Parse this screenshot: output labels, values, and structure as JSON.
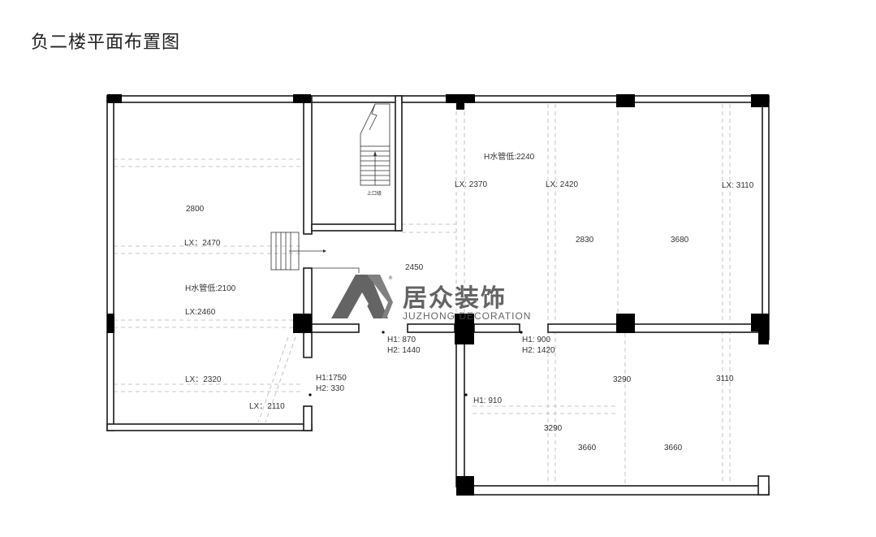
{
  "title": "负二楼平面布置图",
  "stair_label": "上口级",
  "logo": {
    "name_cn": "居众装饰",
    "name_en": "JUZHONG DECORATION",
    "reg_mark": "®"
  },
  "labels": {
    "l_2800": "2800",
    "l_lx2470": "LX：2470",
    "l_hpipe2100": "H水管低:2100",
    "l_lx2460": "LX:2460",
    "l_lx2320": "LX：2320",
    "l_lx2110": "LX：2110",
    "l_h1_1750": "H1:1750",
    "l_h2_330": "H2: 330",
    "l_2450": "2450",
    "l_h1_870": "H1: 870",
    "l_h2_1440": "H2: 1440",
    "l_h1_900": "H1: 900",
    "l_h2_1420": "H2: 1420",
    "l_hpipe2240": "H水管低:2240",
    "l_lx2370": "LX: 2370",
    "l_lx2420": "LX: 2420",
    "l_lx3110": "LX: 3110",
    "l_2830": "2830",
    "l_3680": "3680",
    "l_3290a": "3290",
    "l_3110": "3110",
    "l_h1_910": "H1: 910",
    "l_3290b": "3290",
    "l_3660a": "3660",
    "l_3660b": "3660"
  }
}
